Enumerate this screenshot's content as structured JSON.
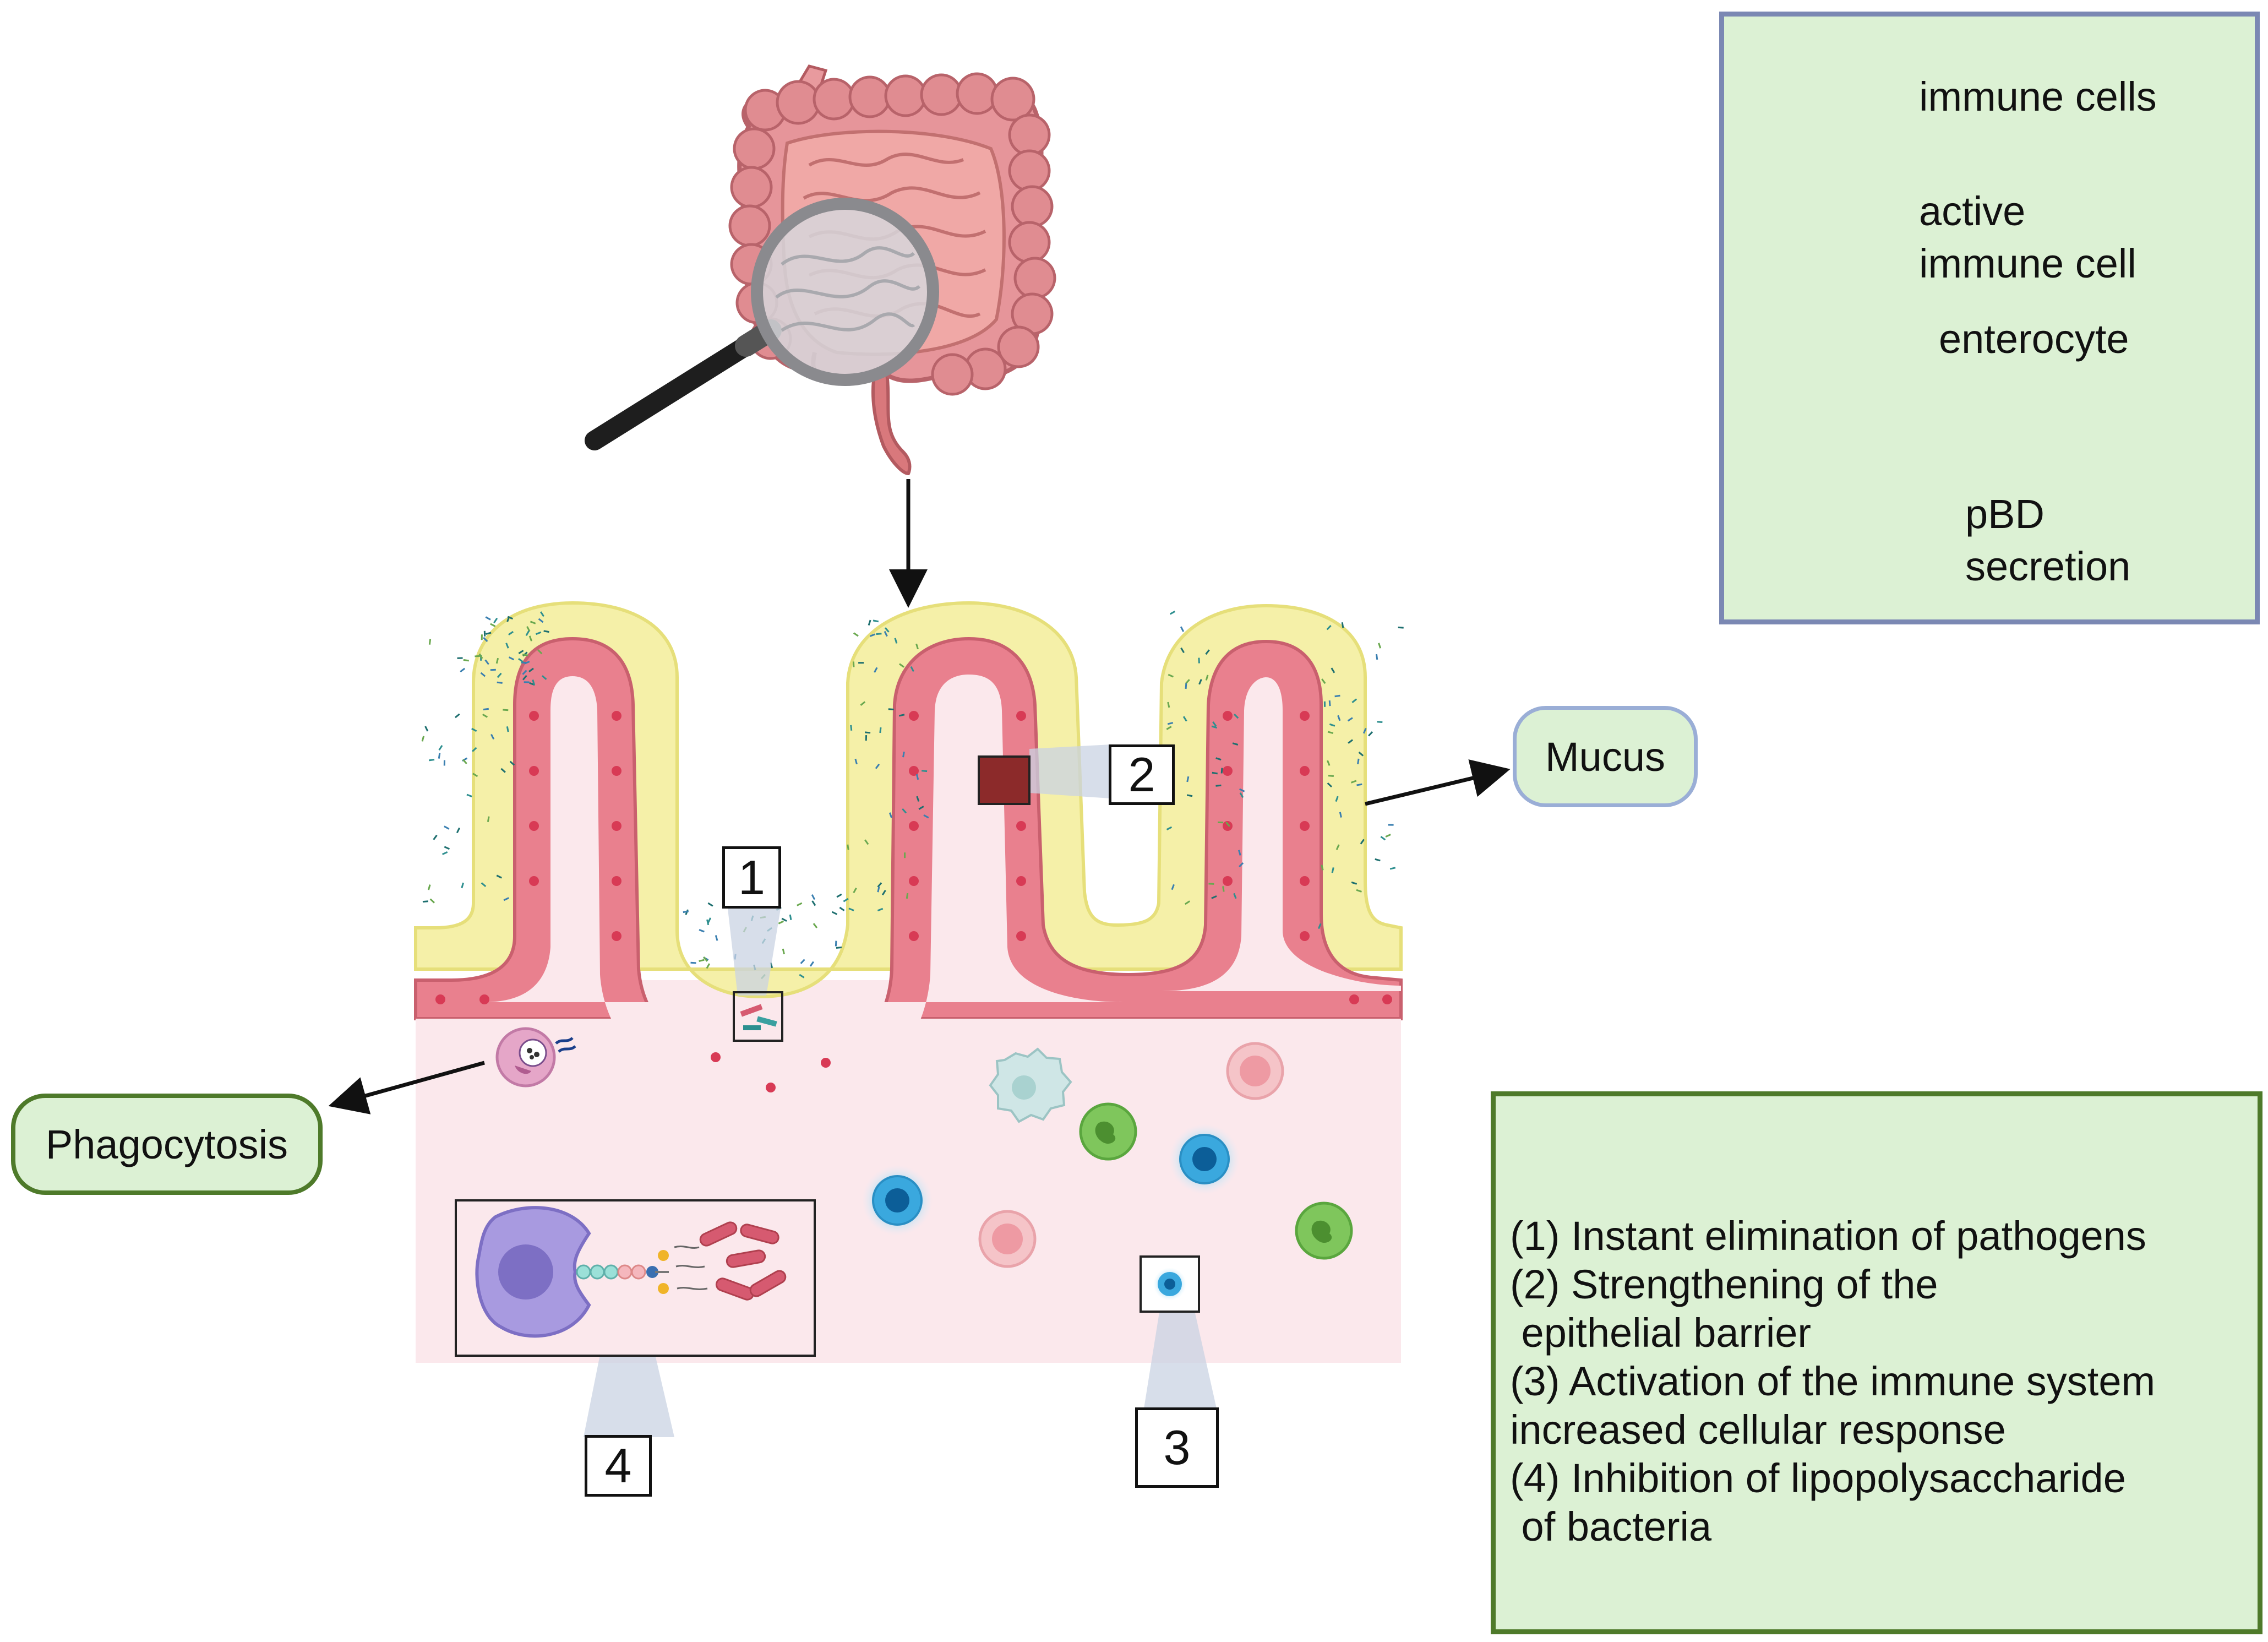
{
  "legend": {
    "immune_cells": "immune cells",
    "active_line1": "active",
    "active_line2": "immune cell",
    "enterocyte": "enterocyte",
    "pbd_line1": "pBD",
    "pbd_line2": "secretion"
  },
  "callouts": {
    "mucus": "Mucus",
    "phagocytosis": "Phagocytosis",
    "n1": "1",
    "n2": "2",
    "n3": "3",
    "n4": "4"
  },
  "summary": {
    "lines": [
      "(1) Instant elimination of pathogens",
      "(2) Strengthening of the",
      " epithelial barrier",
      "(3) Activation of the immune system",
      "increased cellular response",
      "(4) Inhibition of lipopolysaccharide",
      " of bacteria"
    ]
  },
  "colors": {
    "mucus_layer": "#f5f0a8",
    "epithelium": "#e9808e",
    "lamina": "#fbe8ec",
    "legend_bg": "#dcf1d4",
    "legend_border": "#7b88b3",
    "summary_border": "#4e7a2a",
    "active_cell": "#2f9fd6",
    "green_cell": "#7fc65c",
    "pink_cell": "#f5b7bd"
  },
  "icons": [
    "intestine-icon",
    "magnifier-icon",
    "immune-cell-icon",
    "active-immune-cell-icon",
    "enterocyte-icon",
    "macrophage-icon",
    "bacteria-icon"
  ]
}
